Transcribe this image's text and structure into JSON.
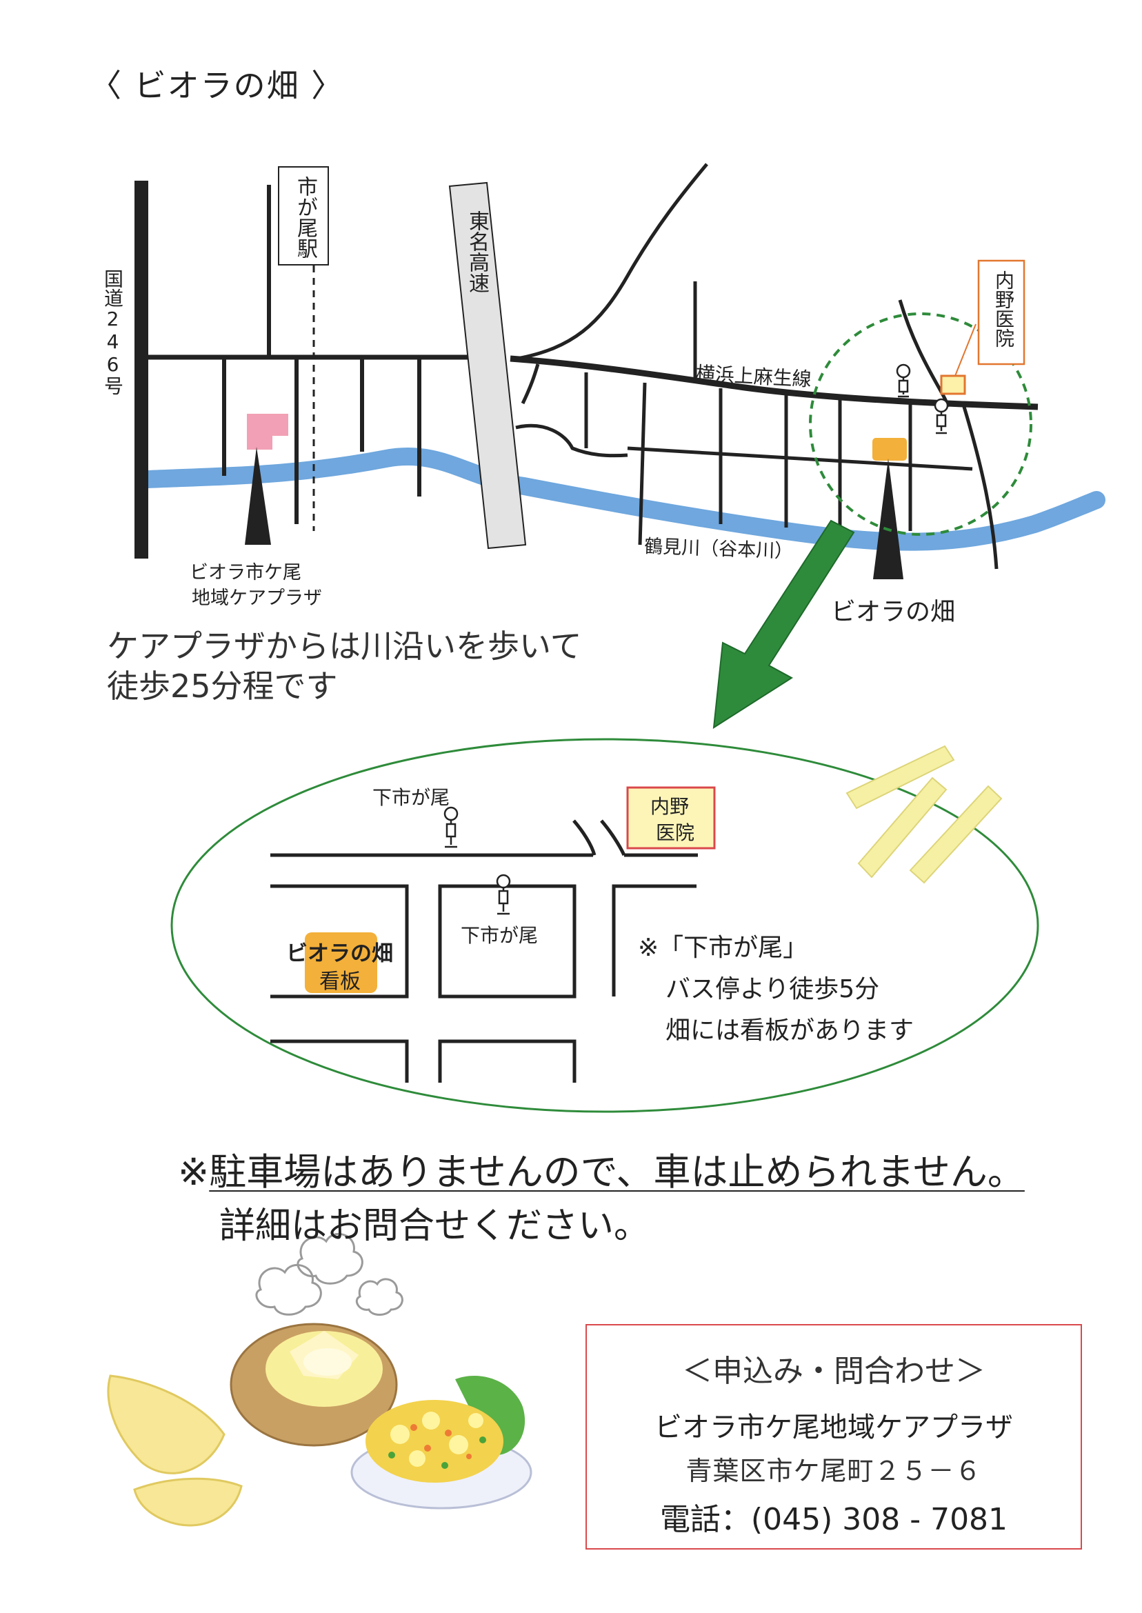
{
  "title": "〈 ビオラの畑 〉",
  "upper_map": {
    "station": "市が尾駅",
    "route246": "国道246号",
    "tomei": "東名高速",
    "yokohama_line": "横浜上麻生線",
    "uchino_clinic": "内野医院",
    "river": "鶴見川（谷本川）",
    "careplaza_line1": "ビオラ市ケ尾",
    "careplaza_line2": "地域ケアプラザ",
    "field": "ビオラの畑"
  },
  "walk_note": {
    "line1": "ケアプラザからは川沿いを歩いて",
    "line2": "徒歩25分程です"
  },
  "detail_map": {
    "bus_stop_top": "下市が尾",
    "bus_stop_mid": "下市が尾",
    "clinic_line1": "内野",
    "clinic_line2": "医院",
    "field_line1": "ビオラの畑",
    "field_line2": "看板",
    "note_line1": "※「下市が尾」",
    "note_line2": "バス停より徒歩5分",
    "note_line3": "畑には看板があります"
  },
  "parking_mark": "※",
  "parking_note": "駐車場はありませんので、車は止められません。",
  "detail_note": "詳細はお問合せください。",
  "contact": {
    "title": "＜申込み・問合わせ＞",
    "name": "ビオラ市ケ尾地域ケアプラザ",
    "address": "青葉区市ケ尾町２５－６",
    "tel": "電話：(045) 308 - 7081"
  },
  "colors": {
    "road": "#222222",
    "river": "#6fa7de",
    "highway": "#e3e3e3",
    "careplaza": "#f2a0b5",
    "field": "#f3b03a",
    "clinic_border": "#e2762f",
    "circle": "#2e8b3a",
    "arrow": "#2f8b3c",
    "contact_border": "#d9484b"
  }
}
